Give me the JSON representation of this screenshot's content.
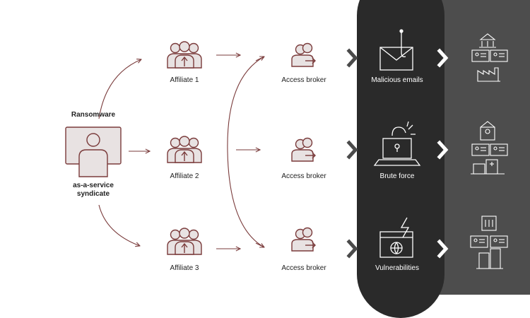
{
  "syndicate": {
    "title": "Ransomware",
    "subtitle_line1": "as-a-service",
    "subtitle_line2": "syndicate"
  },
  "affiliates": [
    {
      "label": "Affiliate 1"
    },
    {
      "label": "Affiliate 2"
    },
    {
      "label": "Affiliate 3"
    }
  ],
  "brokers": [
    {
      "label": "Access broker"
    },
    {
      "label": "Access broker"
    },
    {
      "label": "Access broker"
    }
  ],
  "methods": [
    {
      "label": "Malicious emails",
      "icon": "phishing-hook-envelope-icon"
    },
    {
      "label": "Brute force",
      "icon": "laptop-lock-icon"
    },
    {
      "label": "Vulnerabilities",
      "icon": "browser-globe-lightning-icon"
    }
  ],
  "targets": [
    {
      "icon": "government-and-factory-icon"
    },
    {
      "icon": "school-and-hospital-icon"
    },
    {
      "icon": "office-buildings-icon"
    }
  ],
  "colors": {
    "accent": "#7a3b3b",
    "icon_fill": "#e8e2e2",
    "center_panel": "#2a2a2a",
    "right_panel": "#4d4d4d",
    "chevron": "#4a4a4a"
  }
}
